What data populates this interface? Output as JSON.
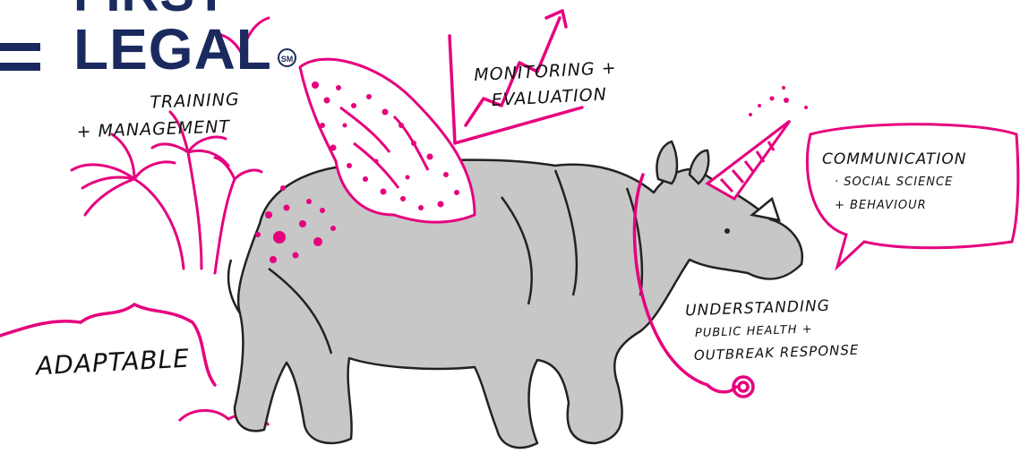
{
  "brand": {
    "logo_line1": "FIRST",
    "logo_line2": "LEGAL",
    "service_mark": "SM",
    "navy": "#1b2a5e",
    "red": "#e4002b"
  },
  "labels": {
    "training": [
      "TRAINING",
      "+ MANAGEMENT"
    ],
    "monitoring": [
      "MONITORING +",
      "EVALUATION"
    ],
    "communication": [
      "COMMUNICATION",
      "· SOCIAL SCIENCE",
      "+ BEHAVIOUR"
    ],
    "understanding": [
      "UNDERSTANDING",
      "PUBLIC HEALTH +",
      "OUTBREAK RESPONSE"
    ],
    "adaptable": "ADAPTABLE"
  },
  "illustration": {
    "subject": "rhinoceros-with-wings-and-unicorn-horn",
    "accent_color": "#e6007e",
    "body_color": "#c7c7c7",
    "outline_color": "#222222"
  }
}
